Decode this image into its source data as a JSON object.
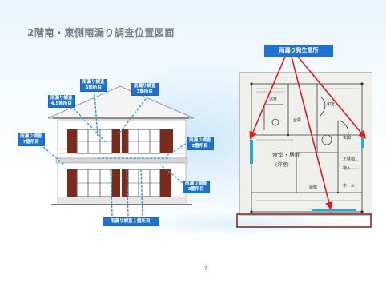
{
  "slide": {
    "title": "2階南・東側雨漏り調査位置図面",
    "page_number": "7"
  },
  "labels": {
    "check6": [
      "雨漏り調査",
      "6箇所目"
    ],
    "check3": [
      "雨漏り調査",
      "3箇所目"
    ],
    "check45": [
      "雨漏り調査",
      "4.5箇所目"
    ],
    "check7": [
      "雨漏り調査",
      "7箇所目"
    ],
    "check2": [
      "雨漏り調査",
      "2箇所目"
    ],
    "check3b": [
      "雨漏り調査",
      "3箇所目"
    ],
    "check1": "雨漏り調査１箇所目"
  },
  "plan": {
    "leak_label": "雨漏り発生箇所",
    "rooms": {
      "dining": "食堂・居間",
      "dining_sub": "(洋室)",
      "washitsu": "和室",
      "bath": "浴室",
      "kitchen": "台所",
      "veranda": "縁側",
      "entrance": "玄関",
      "shoe": "下駄箱",
      "storage": "物入",
      "hall": "ホール"
    }
  },
  "colors": {
    "label_blue": "#1f73d0",
    "dashed_cyan": "#2aa6d8",
    "arrow_red": "#e01b1b",
    "highlight_box": "#8b2a20",
    "window_brick": "#7b2a1c"
  }
}
